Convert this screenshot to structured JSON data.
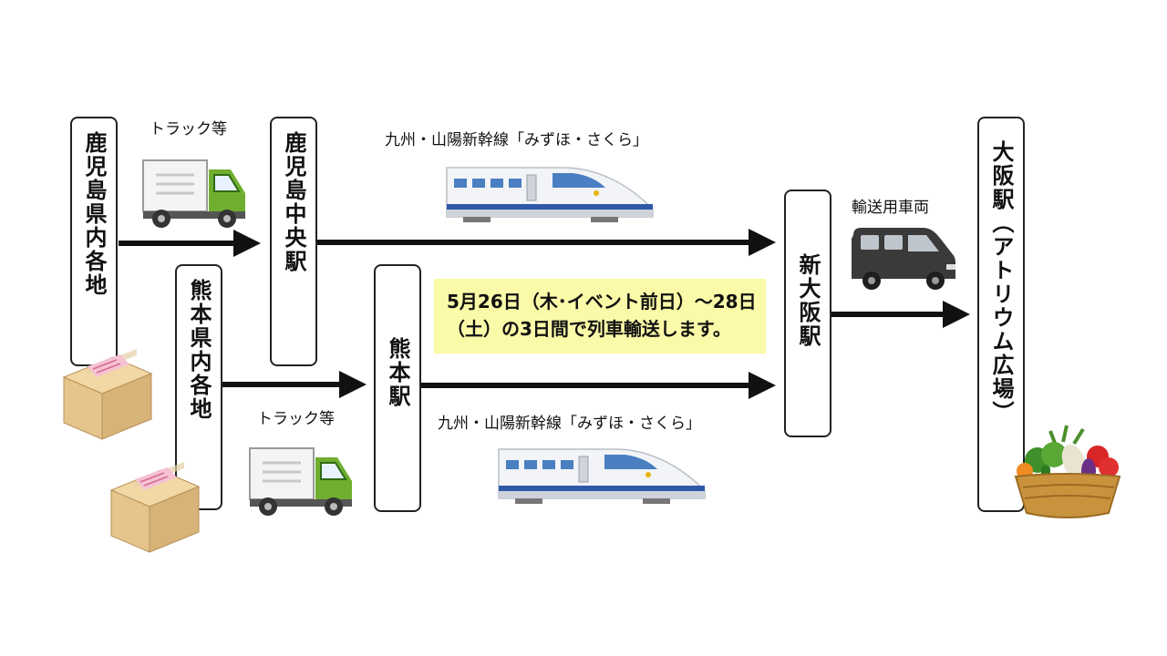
{
  "nodes": {
    "kagoshima_pref": "鹿児島県内各地",
    "kumamoto_pref": "熊本県内各地",
    "kagoshima_chuo": "鹿児島中央駅",
    "kumamoto_st": "熊本駅",
    "shin_osaka": "新大阪駅",
    "osaka_st": "大阪駅（アトリウム広場）"
  },
  "labels": {
    "truck_top": "トラック等",
    "truck_bottom": "トラック等",
    "shinkansen_top": "九州・山陽新幹線「みずほ・さくら」",
    "shinkansen_bottom": "九州・山陽新幹線「みずほ・さくら」",
    "van": "輸送用車両"
  },
  "note": {
    "line1": "5月26日（木･イベント前日）～28日",
    "line2": "（土）の3日間で列車輸送します。"
  },
  "colors": {
    "arrow": "#111111",
    "note_bg": "#fbfaa8",
    "truck_cab": "#6fae2f",
    "train_window": "#4a7fc1",
    "box": "#e5c58c",
    "van": "#3a3a3a"
  },
  "icons": [
    "truck-icon",
    "shinkansen-icon",
    "van-icon",
    "cardboard-box-icon",
    "vegetable-basket-icon"
  ]
}
